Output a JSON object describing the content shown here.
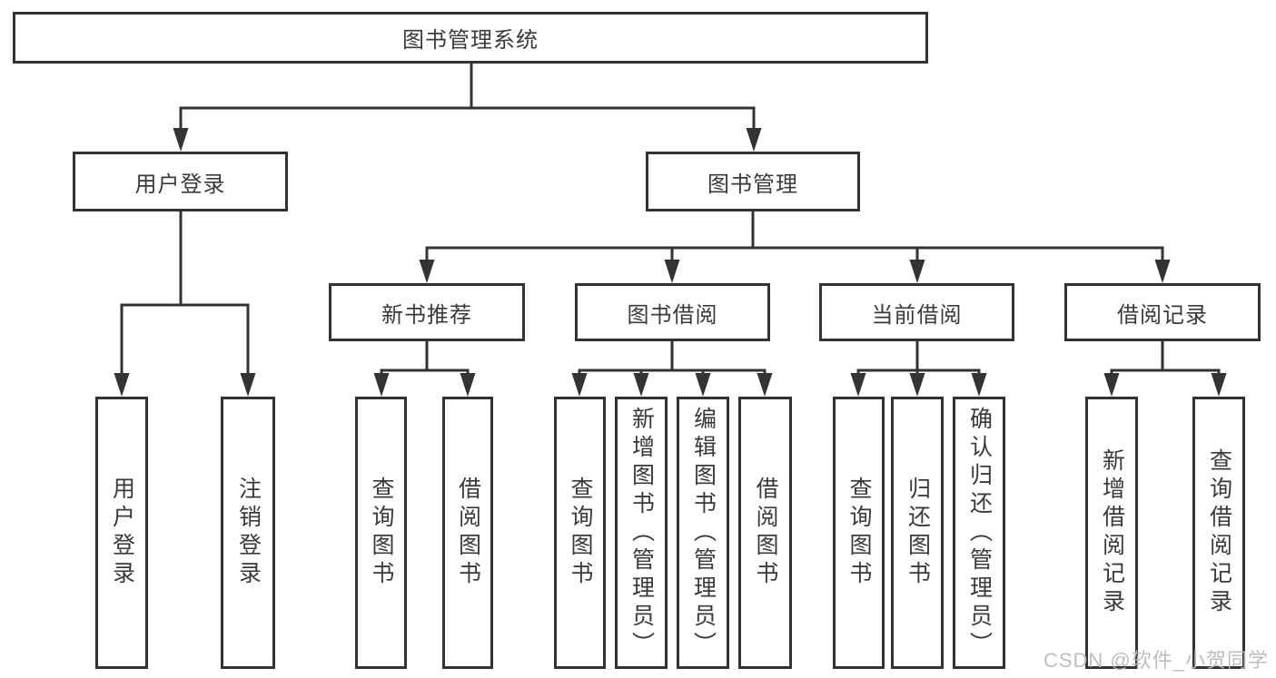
{
  "title": "图书管理系统",
  "watermark": "CSDN @软件_小贺同学",
  "colors": {
    "line": "#333333",
    "text": "#3a3a3a",
    "box_background": "#ffffff",
    "watermark": "#b5b8bc"
  },
  "tree": {
    "root": {
      "label": "图书管理系统"
    },
    "branches": [
      {
        "label": "用户登录",
        "children": [
          {
            "label": "用户登录"
          },
          {
            "label": "注销登录"
          }
        ]
      },
      {
        "label": "图书管理",
        "children": [
          {
            "label": "新书推荐",
            "children": [
              {
                "label": "查询图书"
              },
              {
                "label": "借阅图书"
              }
            ]
          },
          {
            "label": "图书借阅",
            "children": [
              {
                "label": "查询图书"
              },
              {
                "label": "新增图书（管理员）"
              },
              {
                "label": "编辑图书（管理员）"
              },
              {
                "label": "借阅图书"
              }
            ]
          },
          {
            "label": "当前借阅",
            "children": [
              {
                "label": "查询图书"
              },
              {
                "label": "归还图书"
              },
              {
                "label": "确认归还（管理员）"
              }
            ]
          },
          {
            "label": "借阅记录",
            "children": [
              {
                "label": "新增借阅记录"
              },
              {
                "label": "查询借阅记录"
              }
            ]
          }
        ]
      }
    ]
  }
}
